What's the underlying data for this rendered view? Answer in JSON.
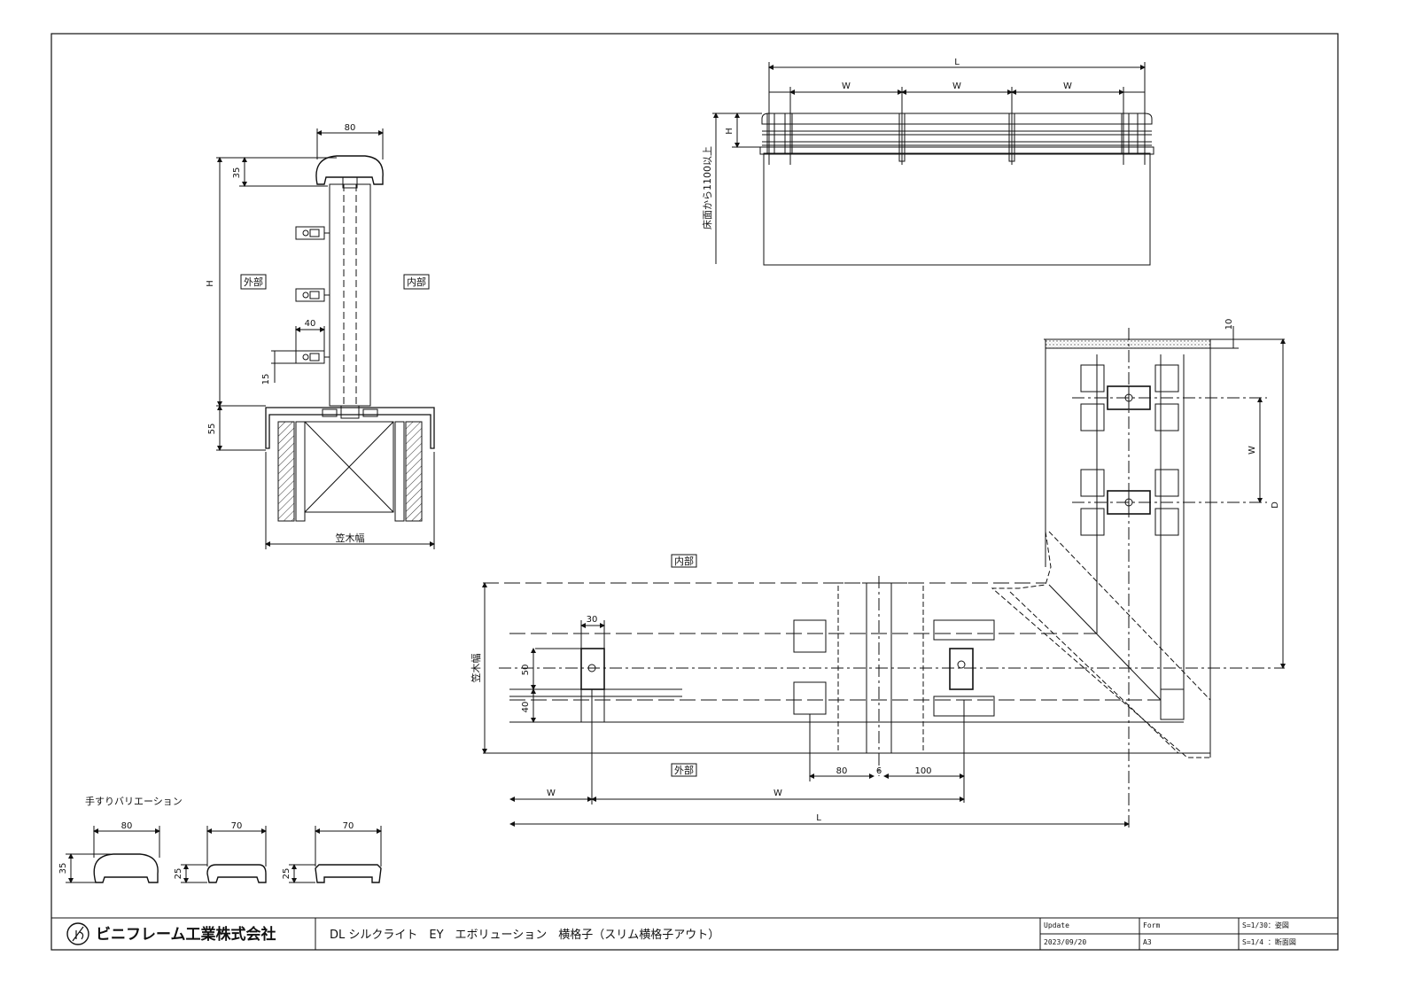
{
  "labels": {
    "outside": "外部",
    "inside": "内部",
    "cap_width": "笠木幅",
    "floor_height": "床面から1100以上",
    "variations_title": "手すりバリエーション"
  },
  "section_dims": {
    "top_width": "80",
    "cap_height": "35",
    "height": "H",
    "bracket_width": "40",
    "bracket_height": "15",
    "base_height": "55"
  },
  "elevation_dims": {
    "length": "L",
    "span": "W",
    "rail_height": "H"
  },
  "plan_dims": {
    "post_width": "30",
    "dim_50": "50",
    "dim_40": "40",
    "dim_80": "80",
    "dim_6": "6",
    "dim_100": "100",
    "span": "W",
    "length": "L",
    "depth": "D",
    "top_10": "10"
  },
  "variations": [
    {
      "width": "80",
      "height": "35"
    },
    {
      "width": "70",
      "height": "25"
    },
    {
      "width": "70",
      "height": "25"
    }
  ],
  "title_block": {
    "company": "ビニフレーム工業株式会社",
    "title": "DL シルクライト　EY　エボリューション　横格子（スリム横格子アウト）",
    "update_label": "Update",
    "update_date": "2023/09/20",
    "form_label": "Form",
    "form_value": "A3",
    "scale_1": "S=1/30：姿図",
    "scale_2": "S=1/4 ：断面図"
  }
}
